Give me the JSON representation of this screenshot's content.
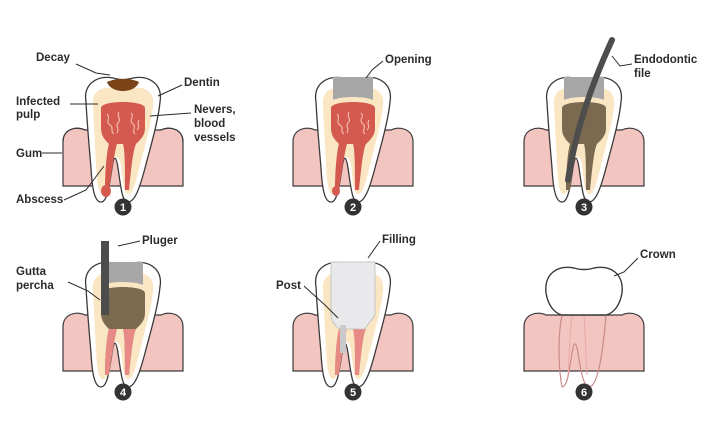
{
  "colors": {
    "gum": "#f3c5c0",
    "gum_outline": "#3a3a3a",
    "enamel": "#ffffff",
    "dentin": "#fbe6c4",
    "pulp": "#c95050",
    "pulp_light": "#e79a8c",
    "decay": "#7a4318",
    "opening": "#a7a7a7",
    "filled_canal": "#7c6a50",
    "file": "#4d4d4d",
    "gutta_percha": "#e78a86",
    "filling": "#e9e9eb",
    "step_circle": "#333333"
  },
  "steps": [
    {
      "number": "1",
      "labels": {
        "decay": "Decay",
        "infected_pulp_1": "Infected",
        "infected_pulp_2": "pulp",
        "dentin": "Dentin",
        "nerves_1": "Nevers,",
        "nerves_2": "blood",
        "nerves_3": "vessels",
        "gum": "Gum",
        "abscess": "Abscess"
      }
    },
    {
      "number": "2",
      "labels": {
        "opening": "Opening"
      }
    },
    {
      "number": "3",
      "labels": {
        "file_1": "Endodontic",
        "file_2": "file"
      }
    },
    {
      "number": "4",
      "labels": {
        "pluger": "Pluger",
        "gutta_1": "Gutta",
        "gutta_2": "percha"
      }
    },
    {
      "number": "5",
      "labels": {
        "filling": "Filling",
        "post": "Post"
      }
    },
    {
      "number": "6",
      "labels": {
        "crown": "Crown"
      }
    }
  ]
}
